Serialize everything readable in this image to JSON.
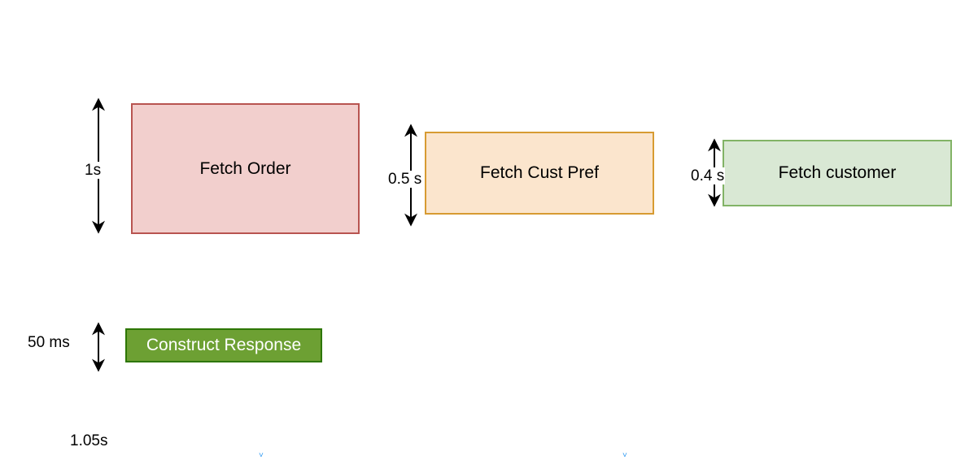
{
  "boxes": {
    "fetch_order": {
      "label": "Fetch Order",
      "fill": "#f2cfcd",
      "stroke": "#b85450"
    },
    "fetch_cust_pref": {
      "label": "Fetch Cust Pref",
      "fill": "#fbe5cd",
      "stroke": "#d79b32"
    },
    "fetch_customer": {
      "label": "Fetch customer",
      "fill": "#d9e8d4",
      "stroke": "#82b366"
    },
    "construct_response": {
      "label": "Construct Response",
      "fill": "#6da033",
      "stroke": "#2d7600",
      "text_color": "#ffffff"
    }
  },
  "durations": {
    "fetch_order": "1s",
    "fetch_cust_pref": "0.5 s",
    "fetch_customer": "0.4 s",
    "construct_response": "50 ms",
    "total": "1.05s"
  }
}
